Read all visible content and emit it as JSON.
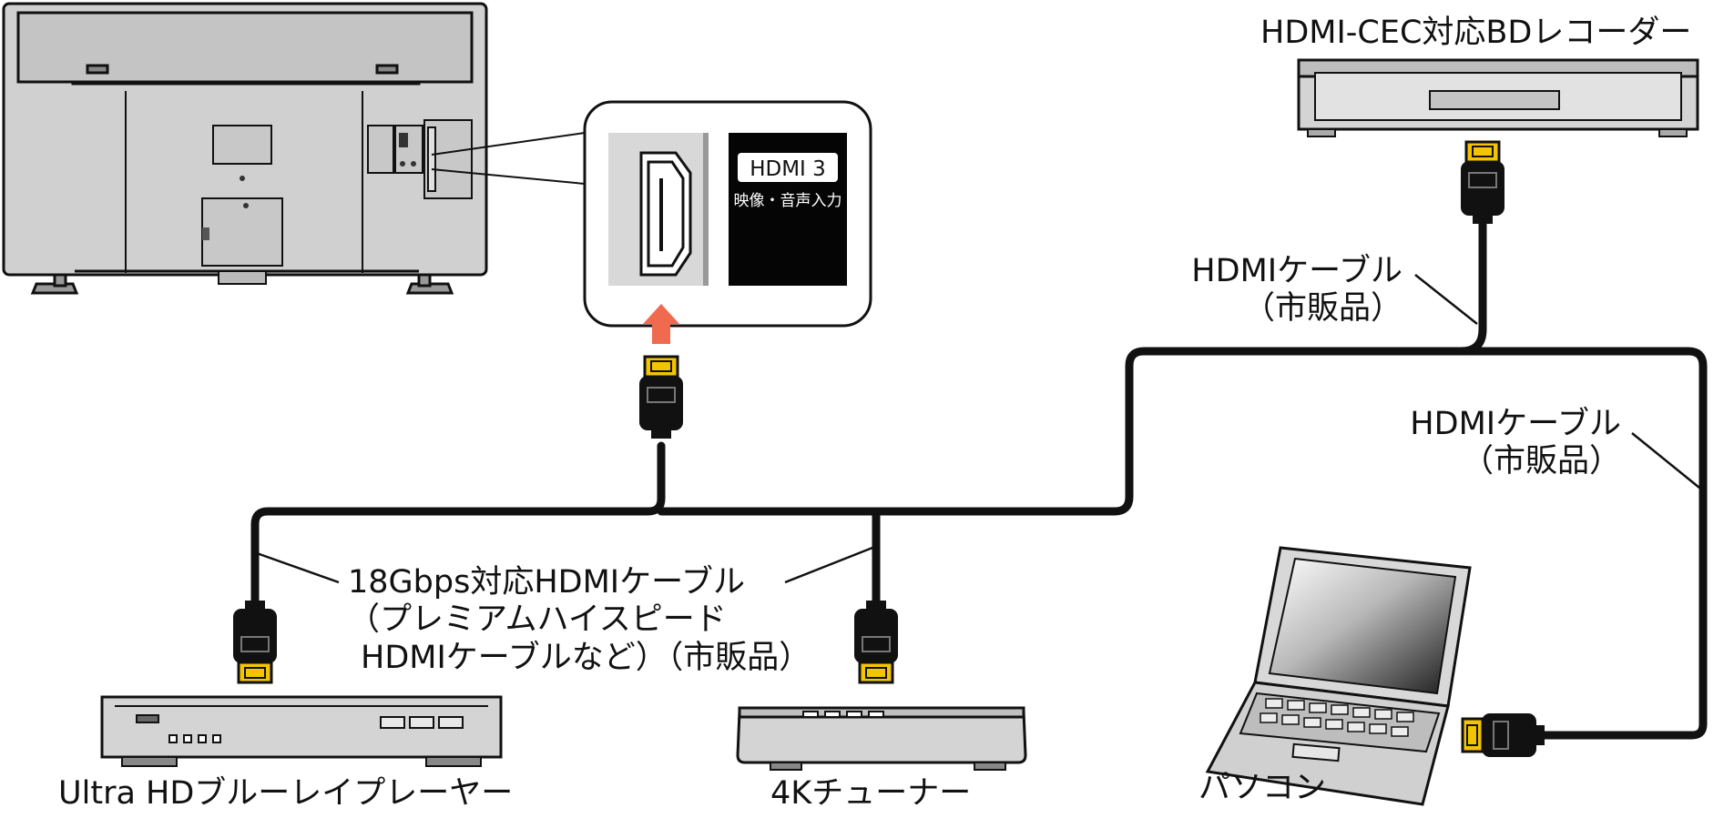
{
  "port_panel": {
    "port_name": "HDMI 3",
    "port_sub": "映像・音声入力"
  },
  "devices": {
    "bd_recorder": "HDMI-CEC対応BDレコーダー",
    "uhd_player": "Ultra HDブルーレイプレーヤー",
    "tuner_4k": "4Kチューナー",
    "pc": "パソコン"
  },
  "cables": {
    "bd_cable_line1": "HDMIケーブル",
    "bd_cable_line2": "（市販品）",
    "pc_cable_line1": "HDMIケーブル",
    "pc_cable_line2": "（市販品）",
    "hs_cable_line1": "18Gbps対応HDMIケーブル",
    "hs_cable_line2": "（プレミアムハイスピード",
    "hs_cable_line3": "HDMIケーブルなど）（市販品）"
  },
  "colors": {
    "arrow": "#f06a4f",
    "plug_gold": "#f5c400",
    "cable": "#111111"
  }
}
